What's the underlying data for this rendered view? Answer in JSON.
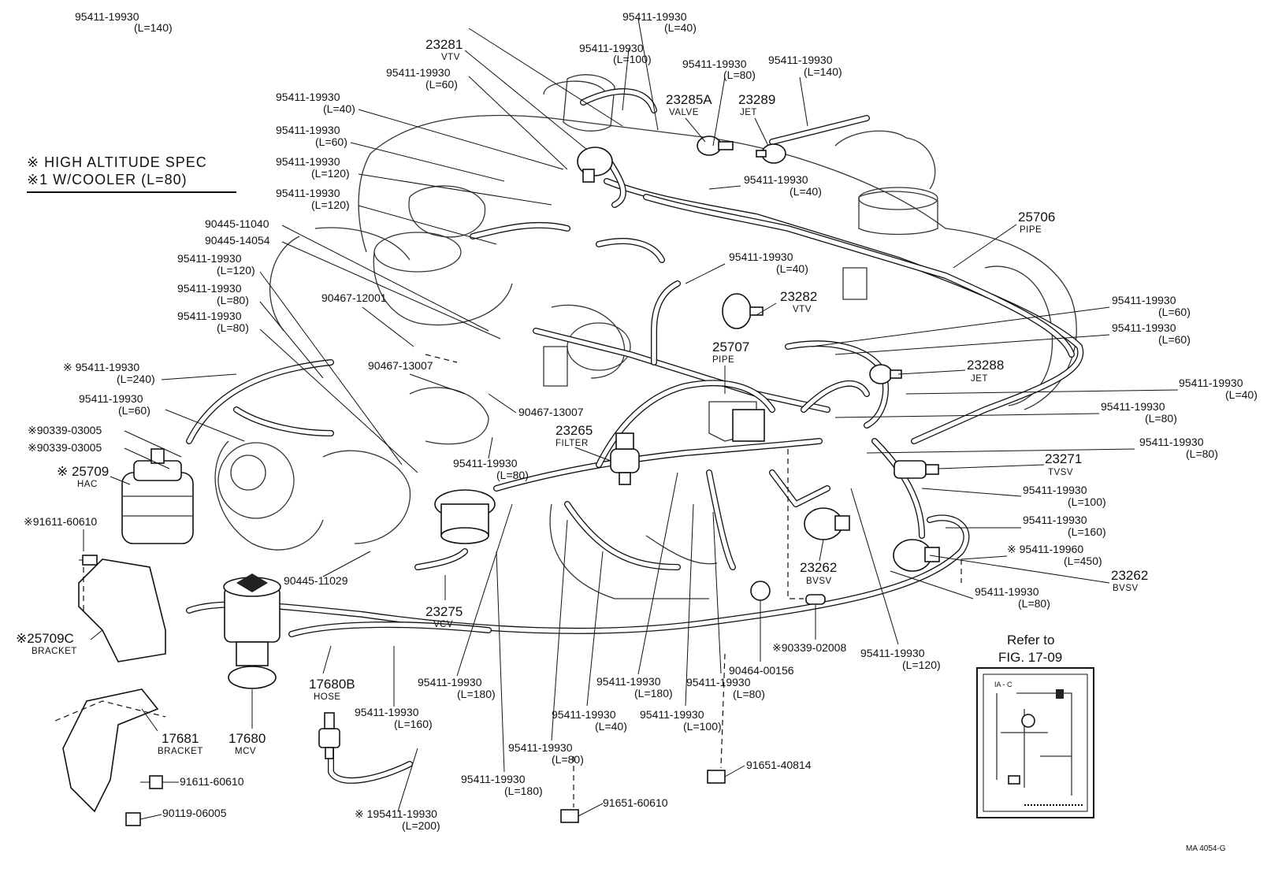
{
  "legend": {
    "high_altitude": "※  HIGH ALTITUDE SPEC",
    "w_cooler": "※1 W/COOLER (L=80)"
  },
  "refer": {
    "line1": "Refer to",
    "line2": "FIG. 17-09",
    "inset_label": "IA - C"
  },
  "footer": {
    "code": "MA  4054-G"
  },
  "parts": [
    {
      "id": "h_l140_top",
      "no": "95411-19930",
      "sub": "(L=140)"
    },
    {
      "id": "h_l40_top",
      "no": "95411-19930",
      "sub": "(L=40)"
    },
    {
      "id": "vtv_23281",
      "no": "23281",
      "sub": "VTV"
    },
    {
      "id": "h_l100_top",
      "no": "95411-19930",
      "sub": "(L=100)"
    },
    {
      "id": "h_l60_top",
      "no": "95411-19930",
      "sub": "(L=60)"
    },
    {
      "id": "h_l80_top",
      "no": "95411-19930",
      "sub": "(L=80)"
    },
    {
      "id": "h_l140_right",
      "no": "95411-19930",
      "sub": "(L=140)"
    },
    {
      "id": "valve_23285a",
      "no": "23285A",
      "sub": "VALVE"
    },
    {
      "id": "jet_23289",
      "no": "23289",
      "sub": "JET"
    },
    {
      "id": "h_l40_left",
      "no": "95411-19930",
      "sub": "(L=40)"
    },
    {
      "id": "h_l60_left",
      "no": "95411-19930",
      "sub": "(L=60)"
    },
    {
      "id": "h_l120_left1",
      "no": "95411-19930",
      "sub": "(L=120)"
    },
    {
      "id": "h_l120_left2",
      "no": "95411-19930",
      "sub": "(L=120)"
    },
    {
      "id": "h_l40_mid",
      "no": "95411-19930",
      "sub": "(L=40)"
    },
    {
      "id": "pipe_25706",
      "no": "25706",
      "sub": "PIPE"
    },
    {
      "id": "p_90445_11040",
      "no": "90445-11040",
      "sub": ""
    },
    {
      "id": "p_90445_14054",
      "no": "90445-14054",
      "sub": ""
    },
    {
      "id": "h_l120_b",
      "no": "95411-19930",
      "sub": "(L=120)"
    },
    {
      "id": "h_l80_b",
      "no": "95411-19930",
      "sub": "(L=80)"
    },
    {
      "id": "h_l80_c",
      "no": "95411-19930",
      "sub": "(L=80)"
    },
    {
      "id": "p_90467_12001",
      "no": "90467-12001",
      "sub": ""
    },
    {
      "id": "h_l40_vtv",
      "no": "95411-19930",
      "sub": "(L=40)"
    },
    {
      "id": "vtv_23282",
      "no": "23282",
      "sub": "VTV"
    },
    {
      "id": "h_l60_r1",
      "no": "95411-19930",
      "sub": "(L=60)"
    },
    {
      "id": "h_l60_r2",
      "no": "95411-19930",
      "sub": "(L=60)"
    },
    {
      "id": "pipe_25707",
      "no": "25707",
      "sub": "PIPE"
    },
    {
      "id": "jet_23288",
      "no": "23288",
      "sub": "JET"
    },
    {
      "id": "h_l240",
      "no": "※ 95411-19930",
      "sub": "(L=240)"
    },
    {
      "id": "p_90467_13007a",
      "no": "90467-13007",
      "sub": ""
    },
    {
      "id": "p_90467_13007b",
      "no": "90467-13007",
      "sub": ""
    },
    {
      "id": "h_l40_r3",
      "no": "95411-19930",
      "sub": "(L=40)"
    },
    {
      "id": "h_l60_d",
      "no": "95411-19930",
      "sub": "(L=60)"
    },
    {
      "id": "h_l80_r4",
      "no": "95411-19930",
      "sub": "(L=80)"
    },
    {
      "id": "filter_23265",
      "no": "23265",
      "sub": "FILTER"
    },
    {
      "id": "p_90339_a",
      "no": "※90339-03005",
      "sub": ""
    },
    {
      "id": "p_90339_b",
      "no": "※90339-03005",
      "sub": ""
    },
    {
      "id": "tvsv_23271",
      "no": "23271",
      "sub": "TVSV"
    },
    {
      "id": "h_l80_r5",
      "no": "95411-19930",
      "sub": "(L=80)"
    },
    {
      "id": "hac_25709",
      "no": "※ 25709",
      "sub": "HAC"
    },
    {
      "id": "h_l80_filter",
      "no": "95411-19930",
      "sub": "(L=80)"
    },
    {
      "id": "h_l100_r6",
      "no": "95411-19930",
      "sub": "(L=100)"
    },
    {
      "id": "p_91611_a",
      "no": "※91611-60610",
      "sub": ""
    },
    {
      "id": "h_l160_r7",
      "no": "95411-19930",
      "sub": "(L=160)"
    },
    {
      "id": "h_l450",
      "no": "※ 95411-19960",
      "sub": "(L=450)"
    },
    {
      "id": "bvsv_23262a",
      "no": "23262",
      "sub": "BVSV"
    },
    {
      "id": "bvsv_23262b",
      "no": "23262",
      "sub": "BVSV"
    },
    {
      "id": "p_90445_11029",
      "no": "90445-11029",
      "sub": ""
    },
    {
      "id": "h_l80_r8",
      "no": "95411-19930",
      "sub": "(L=80)"
    },
    {
      "id": "vcv_23275",
      "no": "23275",
      "sub": "VCV"
    },
    {
      "id": "bracket_25709c",
      "no": "※25709C",
      "sub": "BRACKET"
    },
    {
      "id": "p_90339_02008",
      "no": "※90339-02008",
      "sub": ""
    },
    {
      "id": "h_l120_bot",
      "no": "95411-19930",
      "sub": "(L=120)"
    },
    {
      "id": "hose_17680b",
      "no": "17680B",
      "sub": "HOSE"
    },
    {
      "id": "h_l180_a",
      "no": "95411-19930",
      "sub": "(L=180)"
    },
    {
      "id": "h_l180_b",
      "no": "95411-19930",
      "sub": "(L=180)"
    },
    {
      "id": "h_l80_bot",
      "no": "95411-19930",
      "sub": "(L=80)"
    },
    {
      "id": "p_90464_00156",
      "no": "90464-00156",
      "sub": ""
    },
    {
      "id": "h_l160_bot",
      "no": "95411-19930",
      "sub": "(L=160)"
    },
    {
      "id": "h_l40_bot",
      "no": "95411-19930",
      "sub": "(L=40)"
    },
    {
      "id": "h_l100_bot",
      "no": "95411-19930",
      "sub": "(L=100)"
    },
    {
      "id": "bracket_17681",
      "no": "17681",
      "sub": "BRACKET"
    },
    {
      "id": "mcv_17680",
      "no": "17680",
      "sub": "MCV"
    },
    {
      "id": "h_l80_bot2",
      "no": "95411-19930",
      "sub": "(L=80)"
    },
    {
      "id": "p_91651_40814",
      "no": "91651-40814",
      "sub": ""
    },
    {
      "id": "p_91611_b",
      "no": "91611-60610",
      "sub": ""
    },
    {
      "id": "h_l180_c",
      "no": "95411-19930",
      "sub": "(L=180)"
    },
    {
      "id": "p_90119_06005",
      "no": "90119-06005",
      "sub": ""
    },
    {
      "id": "h_l200",
      "no": "※ 195411-19930",
      "sub": "(L=200)"
    },
    {
      "id": "p_91651_60610",
      "no": "91651-60610",
      "sub": ""
    }
  ]
}
